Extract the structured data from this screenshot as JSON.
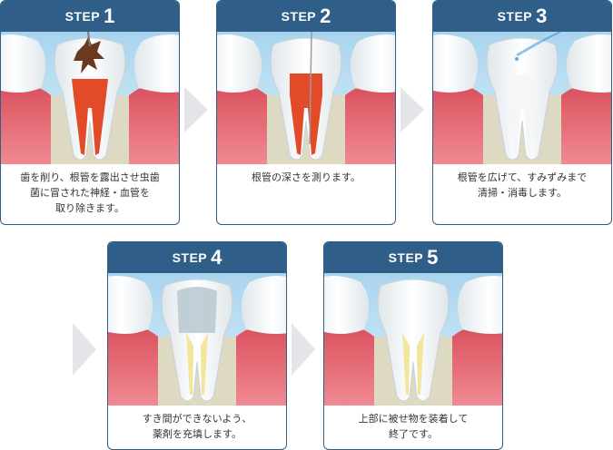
{
  "colors": {
    "header": "#2f5f88",
    "gum": "#e56670",
    "bone": "#ddd9c2",
    "pulp": "#e24a28",
    "filling": "#f2e69a",
    "arrow": "#e3e5e8"
  },
  "steps": [
    {
      "label": "STEP",
      "number": "1",
      "caption": "歯を削り、根管を露出させ虫歯\n菌に冒された神経・血管を\n取り除きます。"
    },
    {
      "label": "STEP",
      "number": "2",
      "caption": "根管の深さを測ります。"
    },
    {
      "label": "STEP",
      "number": "3",
      "caption": "根管を広げて、すみずみまで\n清掃・消毒します。"
    },
    {
      "label": "STEP",
      "number": "4",
      "caption": "すき間ができないよう、\n薬剤を充填します。"
    },
    {
      "label": "STEP",
      "number": "5",
      "caption": "上部に被せ物を装着して\n終了です。"
    }
  ]
}
